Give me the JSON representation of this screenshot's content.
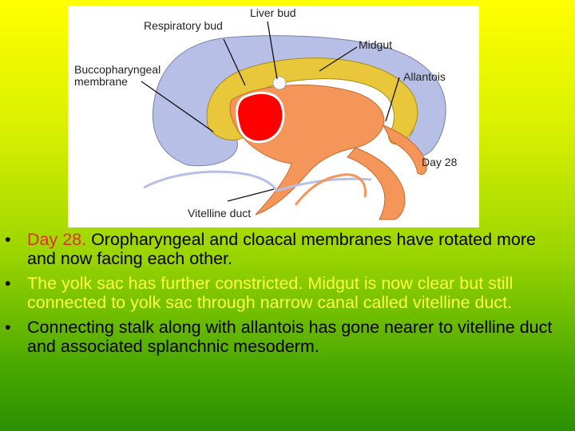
{
  "figure": {
    "labels": {
      "respiratory_bud": "Respiratory bud",
      "liver_bud": "Liver bud",
      "midgut": "Midgut",
      "buccopharyngeal_1": "Buccopharyngeal",
      "buccopharyngeal_2": "membrane",
      "allantois": "Allantois",
      "day": "Day 28",
      "vitelline_duct": "Vitelline duct"
    },
    "colors": {
      "ectoderm_gray": "#b7bfe6",
      "endoderm_yellow": "#e8c83a",
      "mesoderm_orange": "#f4955a",
      "heart_red": "#ff0000"
    }
  },
  "bullets": [
    {
      "marker": "•",
      "prefix": "Day 28.",
      "text": " Oropharyngeal and cloacal membranes have rotated more and now facing each other.",
      "color": "#000000"
    },
    {
      "marker": "•",
      "text": "The yolk sac has further constricted. Midgut is now clear but still connected to yolk sac through narrow canal called vitelline duct.",
      "color": "#ffff40"
    },
    {
      "marker": "•",
      "text": "Connecting stalk along with allantois has gone nearer to vitelline duct and associated splanchnic mesoderm.",
      "color": "#000000"
    }
  ]
}
